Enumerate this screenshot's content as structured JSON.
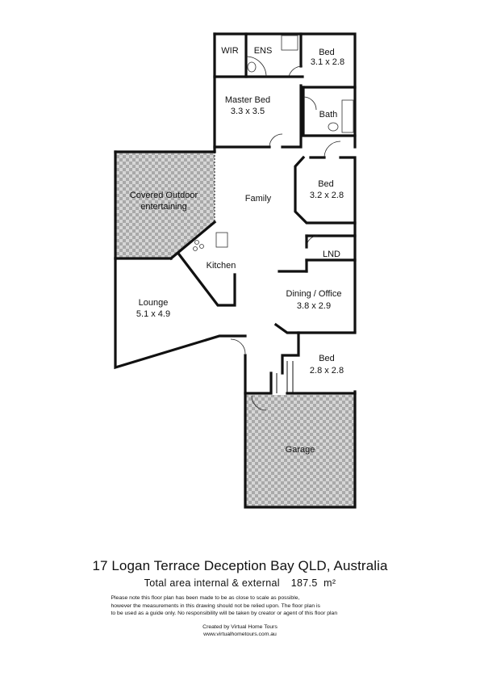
{
  "rooms": {
    "wir": "WIR",
    "ens": "ENS",
    "bed1_name": "Bed",
    "bed1_size": "3.1 x 2.8",
    "master_name": "Master Bed",
    "master_size": "3.3 x 3.5",
    "bath": "Bath",
    "covered_line1": "Covered Outdoor",
    "covered_line2": "entertaining",
    "family": "Family",
    "bed2_name": "Bed",
    "bed2_size": "3.2 x 2.8",
    "lnd": "LND",
    "kitchen": "Kitchen",
    "lounge_name": "Lounge",
    "lounge_size": "5.1 x 4.9",
    "dining_name": "Dining / Office",
    "dining_size": "3.8 x 2.9",
    "bed3_name": "Bed",
    "bed3_size": "2.8 x 2.8",
    "garage": "Garage"
  },
  "footer": {
    "address": "17 Logan Terrace Deception Bay QLD, Australia",
    "area_label": "Total area internal & external",
    "area_value": "187.5",
    "area_unit": "m²",
    "disclaimer_line1": "Please note this floor plan has been made to be as close to scale as possible,",
    "disclaimer_line2": "however the measurements in this drawing should not be relied upon. The floor plan is",
    "disclaimer_line3": "to be used as a guide only. No responsibility will be taken by creator or agent of this floor plan",
    "credit_line1": "Created by Virtual Home Tours",
    "credit_line2": "www.virtualhometours.com.au"
  },
  "colors": {
    "checker_dark": "#a9a9a9",
    "checker_light": "#d6d6d6",
    "wall": "#111111"
  }
}
